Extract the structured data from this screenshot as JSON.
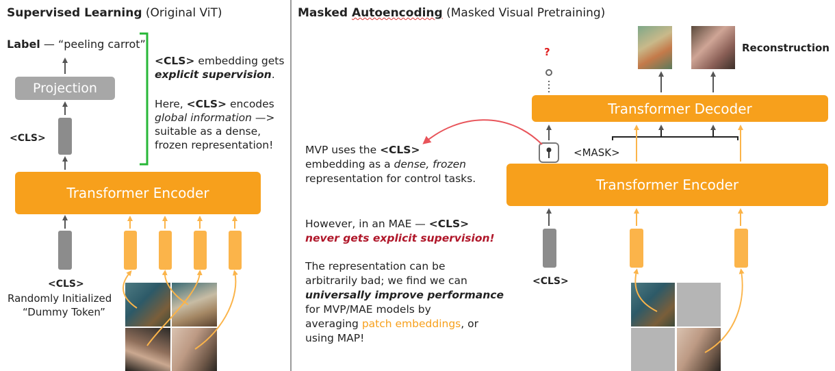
{
  "left": {
    "title_bold": "Supervised Learning",
    "title_rest": " (Original ViT)",
    "label_bold": "Label",
    "label_rest": " — “peeling carrot”",
    "projection": "Projection",
    "cls_side": "<CLS>",
    "encoder": "Transformer Encoder",
    "cls_bottom": "<CLS>",
    "dummy_line1": "Randomly Initialized",
    "dummy_line2": "“Dummy Token”",
    "note1_a": "<CLS>",
    "note1_b": " embedding gets",
    "note1_c": "explicit supervision",
    "note1_d": ".",
    "note2_a": "Here, ",
    "note2_b": "<CLS>",
    "note2_c": " encodes",
    "note2_d": "global information",
    "note2_e": " —>",
    "note2_f": "suitable as a dense,",
    "note2_g": "frozen representation!"
  },
  "right": {
    "title_bold_a": "Masked ",
    "title_bold_b": "Autoencoding",
    "title_rest": " (Masked Visual Pretraining)",
    "question": "?",
    "reconstruction": "Reconstruction",
    "decoder": "Transformer Decoder",
    "mask": "<MASK>",
    "encoder": "Transformer Encoder",
    "cls_bottom": "<CLS>",
    "mvp_a": "MVP uses the ",
    "mvp_b": "<CLS>",
    "mvp_c": "embedding as a ",
    "mvp_d": "dense, frozen",
    "mvp_e": "representation for control tasks.",
    "however_a": "However, in an MAE — ",
    "however_b": "<CLS>",
    "however_c": "never gets explicit supervision!",
    "repr_1": "The representation can be",
    "repr_2": "arbitrarily bad; we find we can",
    "repr_3": "universally improve performance",
    "repr_4": "for MVP/MAE models by",
    "repr_5a": "averaging ",
    "repr_5b": "patch embeddings",
    "repr_5c": ", or",
    "repr_6": "using MAP!"
  },
  "colors": {
    "orange": "#f7a01c",
    "light_orange": "#fbb44a",
    "green_bracket": "#27b737",
    "red_arrow": "#e8545a",
    "dark_red_text": "#b0172a",
    "gray_box": "#a7a7a7"
  }
}
